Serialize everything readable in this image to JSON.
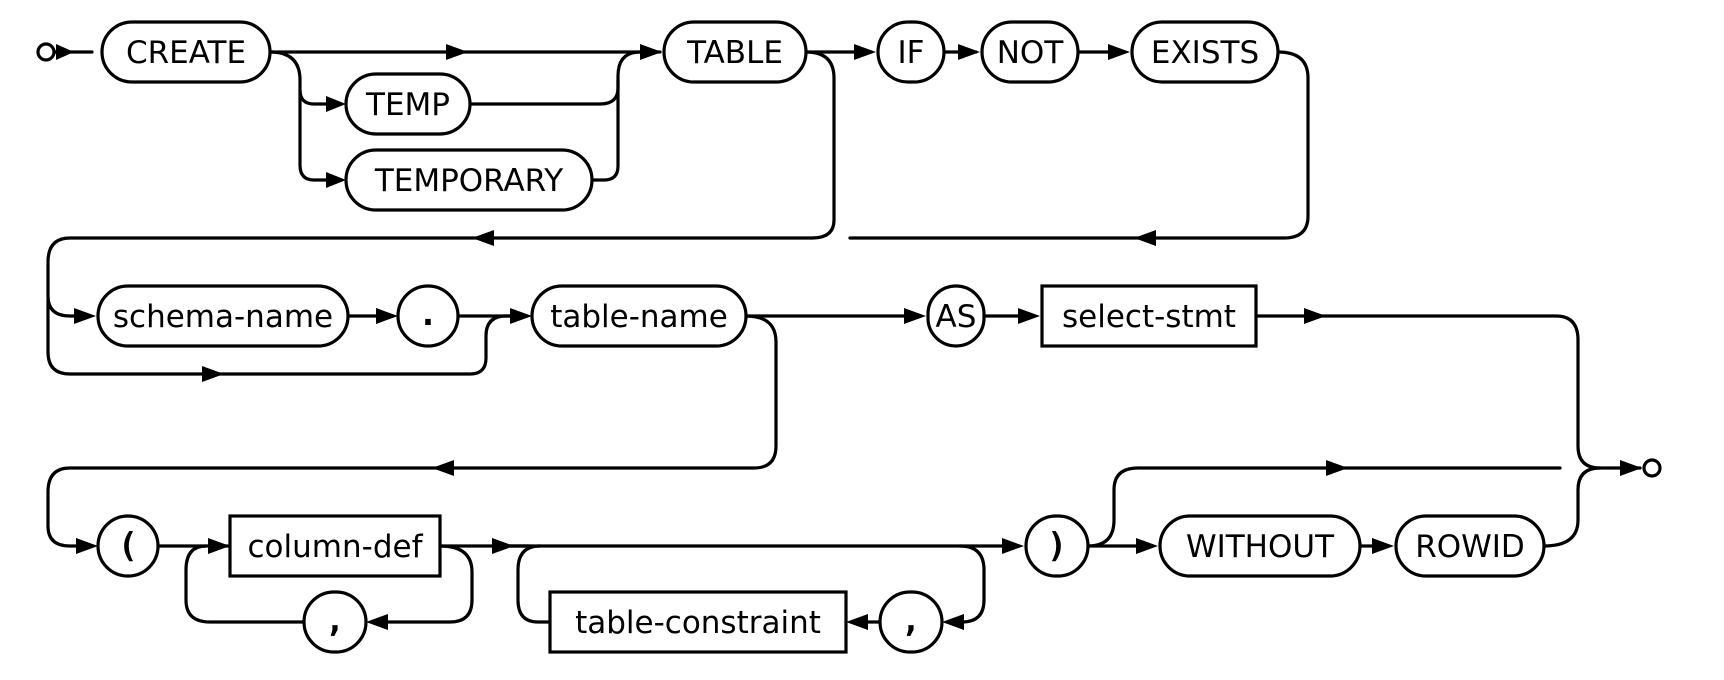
{
  "diagram": {
    "keywords": {
      "create": "CREATE",
      "temp": "TEMP",
      "temporary": "TEMPORARY",
      "table": "TABLE",
      "if": "IF",
      "not": "NOT",
      "exists": "EXISTS",
      "as": "AS",
      "without": "WITHOUT",
      "rowid": "ROWID"
    },
    "identifiers": {
      "schema_name": "schema-name",
      "table_name": "table-name"
    },
    "punctuation": {
      "dot": ".",
      "open_paren": "(",
      "close_paren": ")",
      "comma_columns": ",",
      "comma_constraints": ","
    },
    "references": {
      "select_stmt": "select-stmt",
      "column_def": "column-def",
      "table_constraint": "table-constraint"
    }
  }
}
